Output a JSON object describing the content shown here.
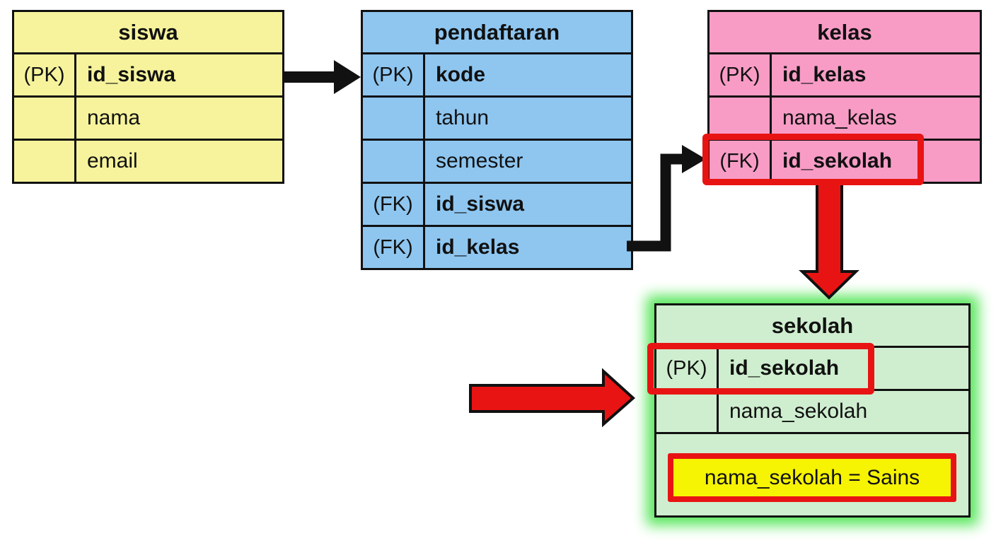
{
  "tables": {
    "siswa": {
      "title": "siswa",
      "rows": [
        {
          "key": "(PK)",
          "name": "id_siswa"
        },
        {
          "key": "",
          "name": "nama"
        },
        {
          "key": "",
          "name": "email"
        }
      ]
    },
    "pendaftaran": {
      "title": "pendaftaran",
      "rows": [
        {
          "key": "(PK)",
          "name": "kode"
        },
        {
          "key": "",
          "name": "tahun"
        },
        {
          "key": "",
          "name": "semester"
        },
        {
          "key": "(FK)",
          "name": "id_siswa"
        },
        {
          "key": "(FK)",
          "name": "id_kelas"
        }
      ]
    },
    "kelas": {
      "title": "kelas",
      "rows": [
        {
          "key": "(PK)",
          "name": "id_kelas"
        },
        {
          "key": "",
          "name": "nama_kelas"
        },
        {
          "key": "(FK)",
          "name": "id_sekolah"
        }
      ]
    },
    "sekolah": {
      "title": "sekolah",
      "rows": [
        {
          "key": "(PK)",
          "name": "id_sekolah"
        },
        {
          "key": "",
          "name": "nama_sekolah"
        }
      ],
      "note": "nama_sekolah = Sains"
    }
  },
  "connectors": [
    {
      "name": "siswa-to-pendaftaran",
      "style": "black-arrow-right"
    },
    {
      "name": "pendaftaran-to-kelas",
      "style": "black-elbow-arrow"
    },
    {
      "name": "kelas-id_sekolah-to-sekolah",
      "style": "red-block-arrow-down"
    },
    {
      "name": "pointer-at-sekolah-id_sekolah",
      "style": "red-block-arrow-right"
    }
  ],
  "highlights": [
    {
      "name": "kelas-fk-id_sekolah-box"
    },
    {
      "name": "sekolah-pk-id_sekolah-box"
    },
    {
      "name": "note-box"
    }
  ],
  "colors": {
    "table_siswa": "#f6f39c",
    "table_pendaftaran": "#8ec6f0",
    "table_kelas": "#f89cc6",
    "table_sekolah": "#cfeecf",
    "sekolah_glow": "#58e75c",
    "highlight": "#e81414",
    "note_bg": "#f6f303",
    "line": "#111111"
  }
}
